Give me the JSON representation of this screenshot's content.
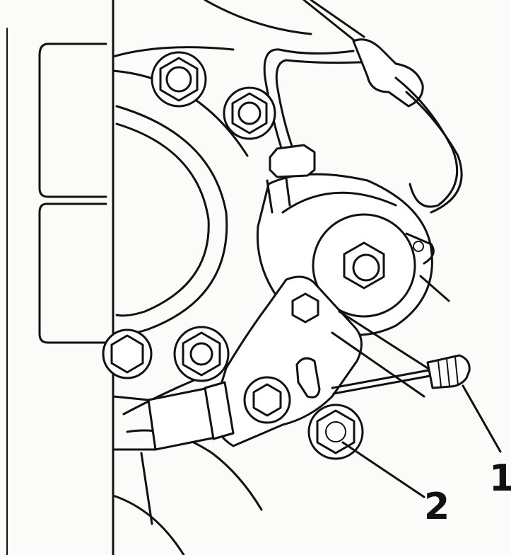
{
  "callouts": [
    {
      "id": "1",
      "label": "1"
    },
    {
      "id": "2",
      "label": "2"
    }
  ],
  "colors": {
    "ink": "#111111",
    "paper": "#fbfbf9"
  }
}
